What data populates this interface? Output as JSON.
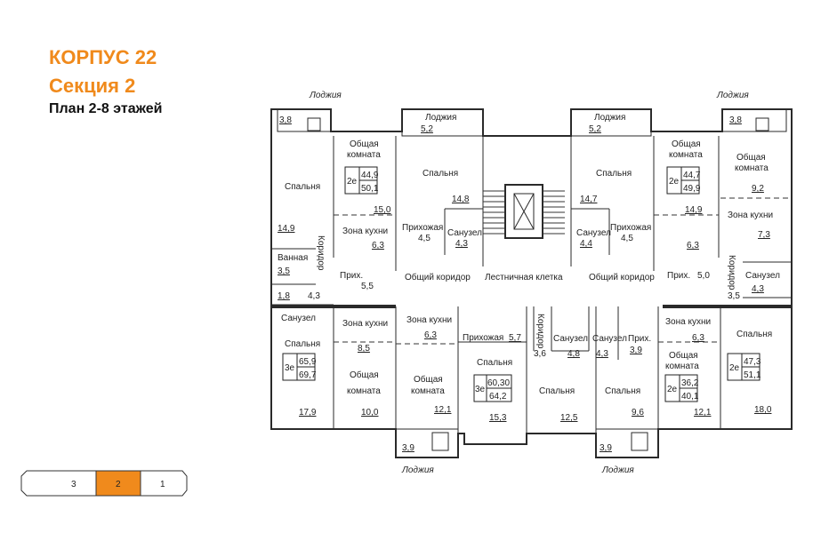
{
  "header": {
    "building": "КОРПУС 22",
    "section": "Секция 2",
    "plan": "План 2-8 этажей"
  },
  "rooms": {
    "loggia": "Лоджия",
    "general": "Общая",
    "room": "комната",
    "bedroom": "Спальня",
    "kitchen": "Зона кухни",
    "hall": "Прихожая",
    "hall_short": "Прих.",
    "wc": "Санузел",
    "bath": "Ванная",
    "corridor": "Коридор",
    "common_corridor": "Общий коридор",
    "stair": "Лестничная клетка"
  },
  "areas": {
    "a01": "3,8",
    "a02": "5,2",
    "a03": "5,2",
    "a04": "3,8",
    "a05": "14,9",
    "a06": "15,0",
    "a07": "14,8",
    "a08": "4,5",
    "a09": "4,3",
    "a10": "6,3",
    "a11": "3,5",
    "a12": "1,8",
    "a13": "4,3",
    "a14": "5,5",
    "a15": "14,7",
    "a16": "4,4",
    "a17": "4,5",
    "a18": "14,9",
    "a19": "6,3",
    "a20": "9,2",
    "a21": "7,3",
    "a22": "5,0",
    "a23": "3,5",
    "a24": "4,3",
    "a25": "8,5",
    "a26": "6,3",
    "a27": "5,7",
    "a28": "3,6",
    "a29": "4,8",
    "a30": "4,3",
    "a31": "3,9",
    "a32": "6,3",
    "a33": "17,9",
    "a34": "10,0",
    "a35": "12,1",
    "a36": "15,3",
    "a37": "12,5",
    "a38": "9,6",
    "a39": "12,1",
    "a40": "18,0",
    "a41": "3,9",
    "a42": "3,9"
  },
  "apartments": {
    "a1": {
      "type": "2е",
      "living": "44,9",
      "total": "50,1"
    },
    "a2": {
      "type": "2е",
      "living": "44,7",
      "total": "49,9"
    },
    "a3": {
      "type": "3е",
      "living": "65,9",
      "total": "69,7"
    },
    "a4": {
      "type": "3е",
      "living": "60,30",
      "total": "64,2"
    },
    "a5": {
      "type": "2е",
      "living": "36,2",
      "total": "40,1"
    },
    "a6": {
      "type": "2е",
      "living": "47,3",
      "total": "51,1"
    }
  },
  "sections_nav": [
    "3",
    "2",
    "1"
  ],
  "active_section": "2",
  "colors": {
    "accent": "#f08a1c",
    "wall": "#2a2a2a",
    "line": "#333333"
  }
}
